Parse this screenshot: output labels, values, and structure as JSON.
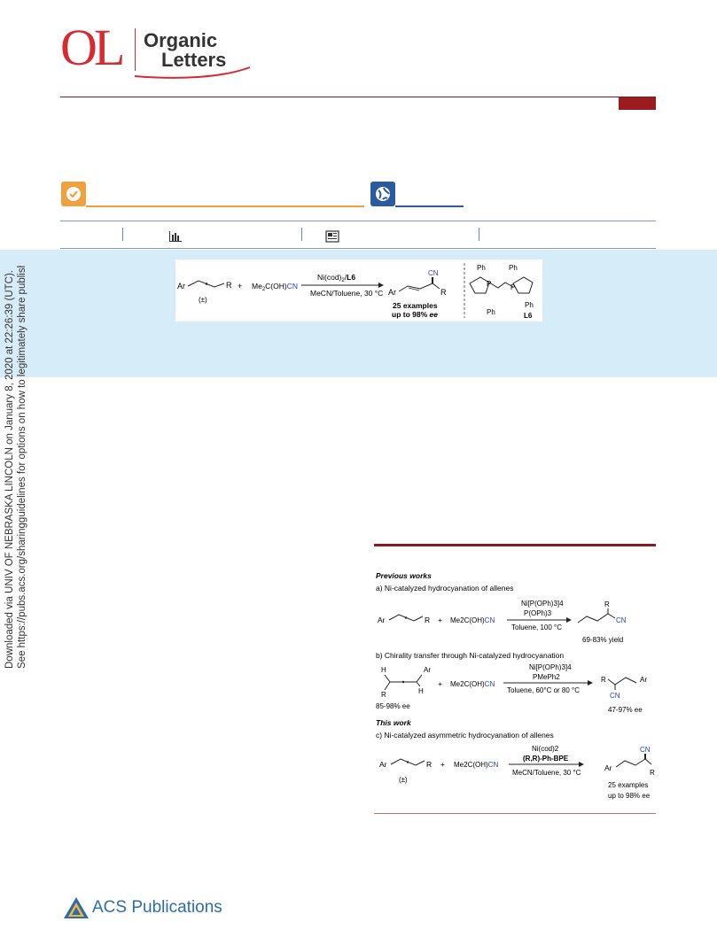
{
  "journal": {
    "abbrev": "OL",
    "name_line1": "Organic",
    "name_line2": "Letters"
  },
  "sidebar_download": {
    "line1": "Downloaded via UNIV OF NEBRASKA LINCOLN on January 8, 2020 at 22:26:39 (UTC).",
    "line2": "See https://pubs.acs.org/sharingguidelines for options on how to legitimately share published articles."
  },
  "toc": {
    "reactant_ar": "Ar",
    "reactant_r": "R",
    "racemic": "(±)",
    "plus": "+",
    "reagent_prefix": "Me",
    "reagent_sub": "2",
    "reagent_mid": "C(OH)",
    "reagent_cn": "CN",
    "catalyst_a": "Ni(cod)",
    "catalyst_sub": "2",
    "catalyst_b": "/",
    "ligand": "L6",
    "conditions": "MeCN/Toluene, 30 °C",
    "product_ar": "Ar",
    "product_r": "R",
    "product_cn": "CN",
    "examples": "25 examples",
    "ee_prefix": "up to 98% ",
    "ee": "ee",
    "ligand_ph": "Ph",
    "ligand_p": "P",
    "ligand_label": "L6"
  },
  "scheme": {
    "previous_heading": "Previous works",
    "a_label": "a) Ni-catalyzed hydrocyanation of allenes",
    "a_cat_line1": "Ni[P(OPh)3]4",
    "a_cat_line2": "P(OPh)3",
    "a_conditions": "Toluene, 100 °C",
    "a_yield": "69-83% yield",
    "b_label": "b) Chirality transfer through Ni-catalyzed hydrocyanation",
    "b_cat_line1": "Ni[P(OPh)3]4",
    "b_cat_line2": "PMePh2",
    "b_conditions": "Toluene, 60°C or 80 °C",
    "b_sm_ee": "85-98% ee",
    "b_prod_ee": "47-97% ee",
    "this_heading": "This work",
    "c_label": "c) Ni-catalyzed asymmetric hydrocyanation of allenes",
    "c_cat_line1": "Ni(cod)2",
    "c_cat_line2": "(R,R)-Ph-BPE",
    "c_conditions": "MeCN/Toluene, 30 °C",
    "c_examples": "25 examples",
    "c_ee": "up to 98% ee",
    "ar": "Ar",
    "r": "R",
    "h": "H",
    "cn": "CN",
    "plus": "+",
    "racemic": "(±)",
    "reagent": "Me2C(OH)",
    "reagent_cn": "CN"
  },
  "publisher": {
    "name": "ACS Publications"
  },
  "colors": {
    "journal_red": "#d52b32",
    "rule_red": "#8b1a1f",
    "orange": "#f0a03c",
    "blue": "#2a5aa0",
    "toc_bg": "#d6ecf8",
    "cn_blue": "#1f3fbf"
  }
}
